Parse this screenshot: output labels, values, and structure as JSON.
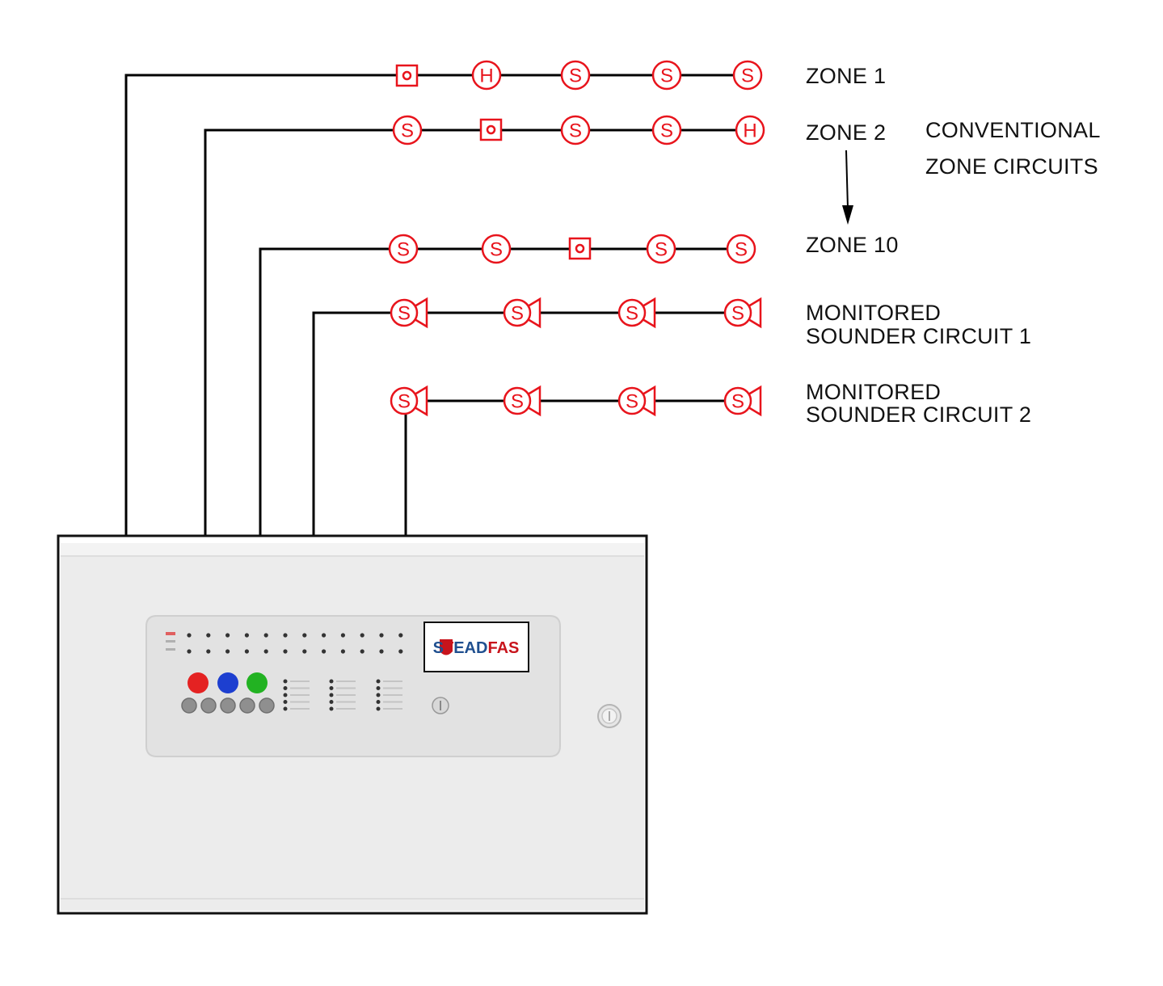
{
  "zones": {
    "zone1_label": "ZONE 1",
    "zone2_label": "ZONE 2",
    "zone10_label": "ZONE 10"
  },
  "conventional": {
    "line1": "CONVENTIONAL",
    "line2": "ZONE CIRCUITS"
  },
  "sounders": {
    "circuit1_line1": "MONITORED",
    "circuit1_line2": "SOUNDER CIRCUIT 1",
    "circuit2_line1": "MONITORED",
    "circuit2_line2": "SOUNDER CIRCUIT 2"
  },
  "device_symbols": {
    "smoke": "S",
    "heat": "H",
    "sounder": "S"
  },
  "panel": {
    "brand_logo_text": "STEADFAS"
  },
  "colors": {
    "device_red": "#e8141c",
    "wire": "#000000",
    "panel_body": "#eeeeee",
    "brand_blue": "#1f4f8f",
    "brand_red": "#c8141c"
  }
}
